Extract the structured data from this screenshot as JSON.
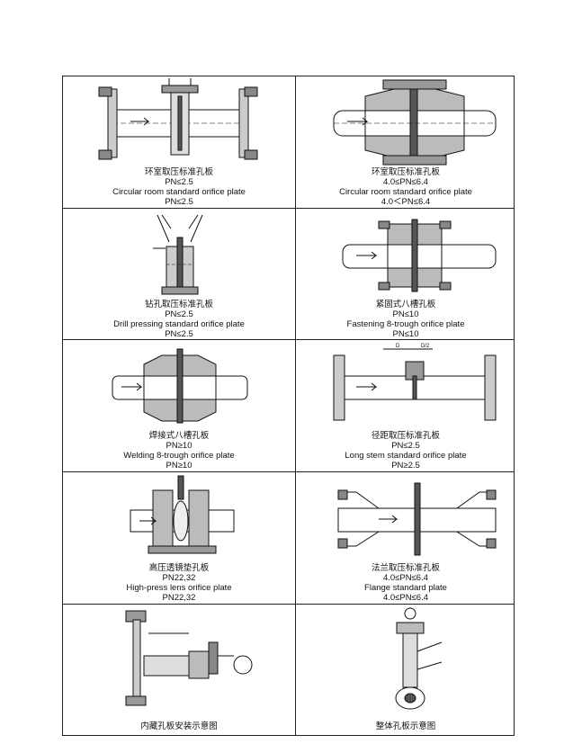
{
  "cells": [
    {
      "cn": "环室取压标准孔板",
      "pn": "PN≤2.5",
      "en": "Circular room standard orifice plate",
      "pn2": "PN≤2.5"
    },
    {
      "cn": "环室取压标准孔板",
      "pn": "4.0≤PN≤6.4",
      "en": "Circular room standard orifice plate",
      "pn2": "4.0＜PN≤6.4"
    },
    {
      "cn": "钻孔取压标准孔板",
      "pn": "PN≤2.5",
      "en": "Drill pressing standard orifice plate",
      "pn2": "PN≤2.5"
    },
    {
      "cn": "紧固式八槽孔板",
      "pn": "PN≤10",
      "en": "Fastening 8-trough orifice plate",
      "pn2": "PN≤10"
    },
    {
      "cn": "焊接式八槽孔板",
      "pn": "PN≥10",
      "en": "Welding 8-trough orifice plate",
      "pn2": "PN≥10"
    },
    {
      "cn": "径距取压标准孔板",
      "pn": "PN≤2.5",
      "en": "Long stem standard orifice plate",
      "pn2": "PN≥2.5"
    },
    {
      "cn": "高压透镜垫孔板",
      "pn": "PN22,32",
      "en": "High-press lens orifice plate",
      "pn2": "PN22,32"
    },
    {
      "cn": "法兰取压标准孔板",
      "pn": "4.0≤PN≤6.4",
      "en": "Flange standard plate",
      "pn2": "4.0≤PN≤6.4"
    },
    {
      "cn": "内藏孔板安装示意图"
    },
    {
      "cn": "整体孔板示意图"
    }
  ],
  "dim_labels": {
    "d": "D",
    "d2": "D/2"
  }
}
